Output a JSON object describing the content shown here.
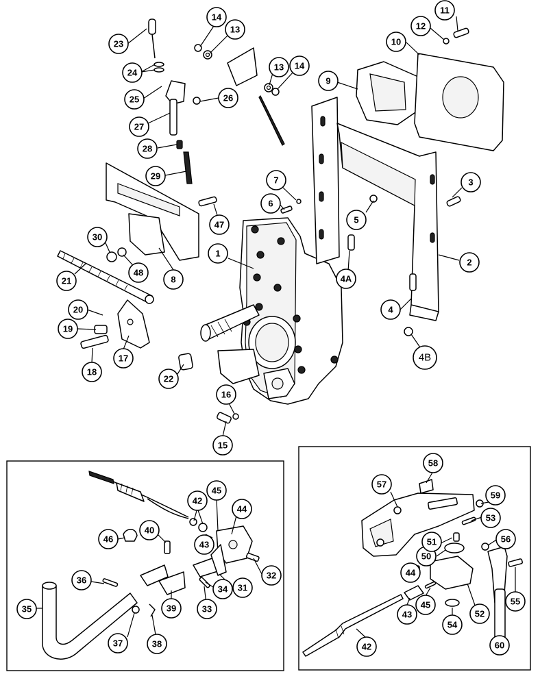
{
  "callouts": [
    {
      "label": "1"
    },
    {
      "label": "2"
    },
    {
      "label": "3"
    },
    {
      "label": "4"
    },
    {
      "label": "4A"
    },
    {
      "label": "4B"
    },
    {
      "label": "5"
    },
    {
      "label": "6"
    },
    {
      "label": "7"
    },
    {
      "label": "8"
    },
    {
      "label": "9"
    },
    {
      "label": "10"
    },
    {
      "label": "11"
    },
    {
      "label": "12"
    },
    {
      "label": "13"
    },
    {
      "label": "14"
    },
    {
      "label": "13"
    },
    {
      "label": "14"
    },
    {
      "label": "15"
    },
    {
      "label": "16"
    },
    {
      "label": "17"
    },
    {
      "label": "18"
    },
    {
      "label": "19"
    },
    {
      "label": "20"
    },
    {
      "label": "21"
    },
    {
      "label": "22"
    },
    {
      "label": "23"
    },
    {
      "label": "24"
    },
    {
      "label": "25"
    },
    {
      "label": "26"
    },
    {
      "label": "27"
    },
    {
      "label": "28"
    },
    {
      "label": "29"
    },
    {
      "label": "30"
    },
    {
      "label": "47"
    },
    {
      "label": "48"
    },
    {
      "label": "31"
    },
    {
      "label": "32"
    },
    {
      "label": "33"
    },
    {
      "label": "34"
    },
    {
      "label": "35"
    },
    {
      "label": "36"
    },
    {
      "label": "37"
    },
    {
      "label": "38"
    },
    {
      "label": "39"
    },
    {
      "label": "40"
    },
    {
      "label": "42"
    },
    {
      "label": "43"
    },
    {
      "label": "44"
    },
    {
      "label": "45"
    },
    {
      "label": "46"
    },
    {
      "label": "42"
    },
    {
      "label": "43"
    },
    {
      "label": "44"
    },
    {
      "label": "45"
    },
    {
      "label": "50"
    },
    {
      "label": "51"
    },
    {
      "label": "52"
    },
    {
      "label": "53"
    },
    {
      "label": "54"
    },
    {
      "label": "55"
    },
    {
      "label": "56"
    },
    {
      "label": "57"
    },
    {
      "label": "58"
    },
    {
      "label": "59"
    },
    {
      "label": "60"
    }
  ]
}
